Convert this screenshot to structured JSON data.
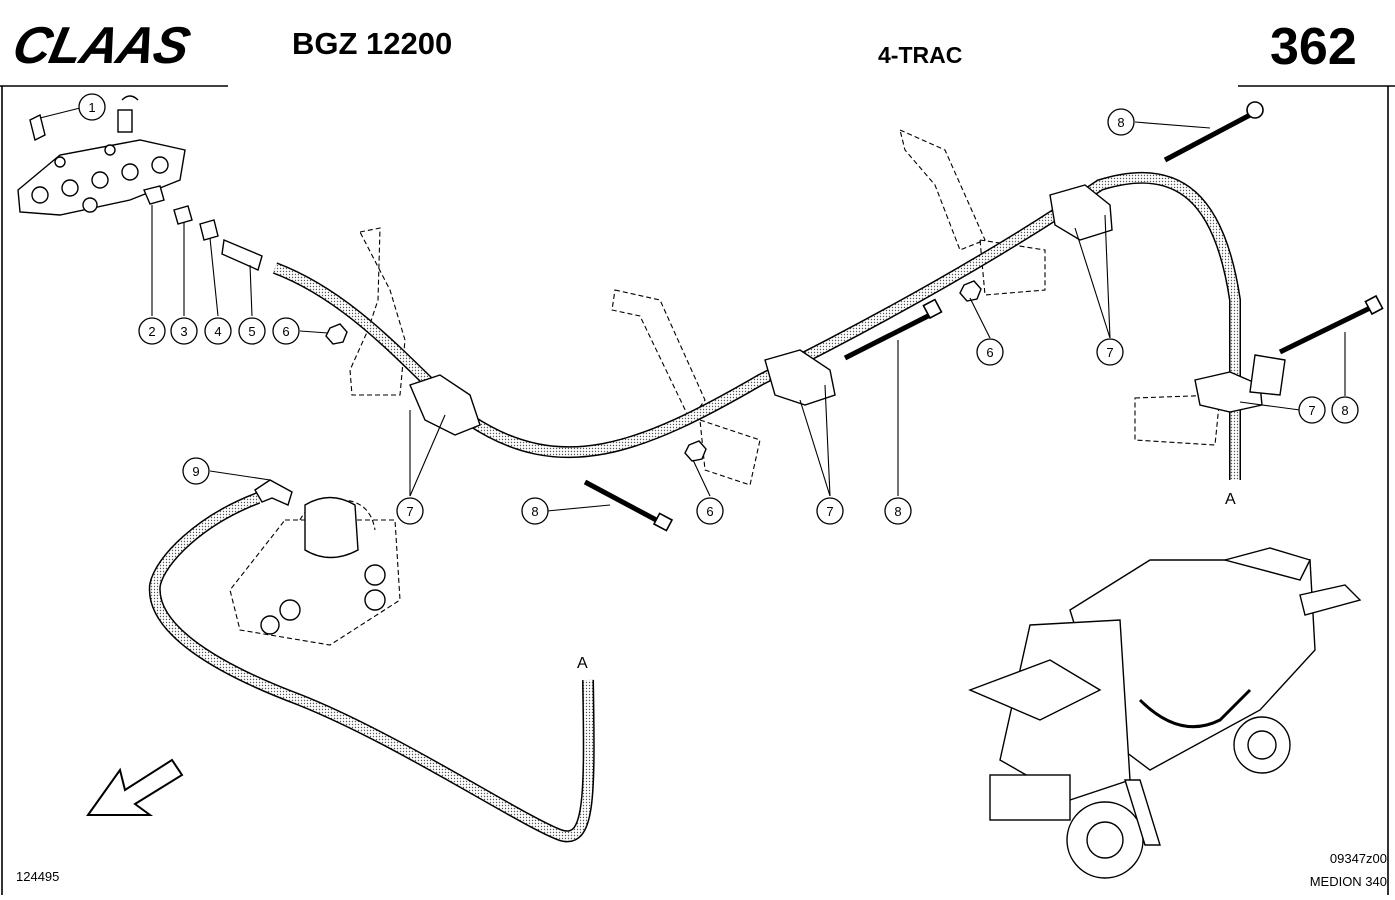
{
  "header": {
    "logo": "CLAAS",
    "doc_code": "BGZ 12200",
    "system": "4-TRAC",
    "page_number": "362"
  },
  "footer": {
    "reference": "124495",
    "drawing_id": "09347z00",
    "model": "MEDION 340"
  },
  "callouts": [
    {
      "num": "1"
    },
    {
      "num": "2"
    },
    {
      "num": "3"
    },
    {
      "num": "4"
    },
    {
      "num": "5"
    },
    {
      "num": "6"
    },
    {
      "num": "6"
    },
    {
      "num": "6"
    },
    {
      "num": "7"
    },
    {
      "num": "7"
    },
    {
      "num": "7"
    },
    {
      "num": "7"
    },
    {
      "num": "8"
    },
    {
      "num": "8"
    },
    {
      "num": "8"
    },
    {
      "num": "8"
    },
    {
      "num": "9"
    }
  ],
  "connection_labels": {
    "upper": "A",
    "lower": "A"
  }
}
